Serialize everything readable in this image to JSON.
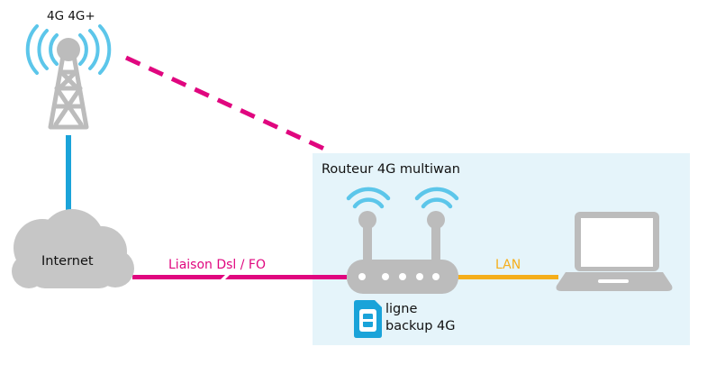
{
  "diagram": {
    "tower_label": "4G 4G+",
    "router_box_label": "Routeur 4G multiwan",
    "cloud_label": "Internet",
    "dsl_link_label": "Liaison Dsl / FO",
    "lan_link_label": "LAN",
    "backup_label_line1": "ligne",
    "backup_label_line2": "backup 4G"
  },
  "icons": {
    "tower": "cell-tower-icon",
    "cloud": "cloud-icon",
    "router": "wifi-router-icon",
    "sim": "sim-card-icon",
    "laptop": "laptop-icon"
  },
  "colors": {
    "magenta": "#e0067f",
    "blue": "#1aa3d9",
    "orange": "#f5ae1b",
    "wifi_blue": "#5cc6ea",
    "gray": "#bcbcbc",
    "router_box_bg": "#e5f4fa"
  }
}
